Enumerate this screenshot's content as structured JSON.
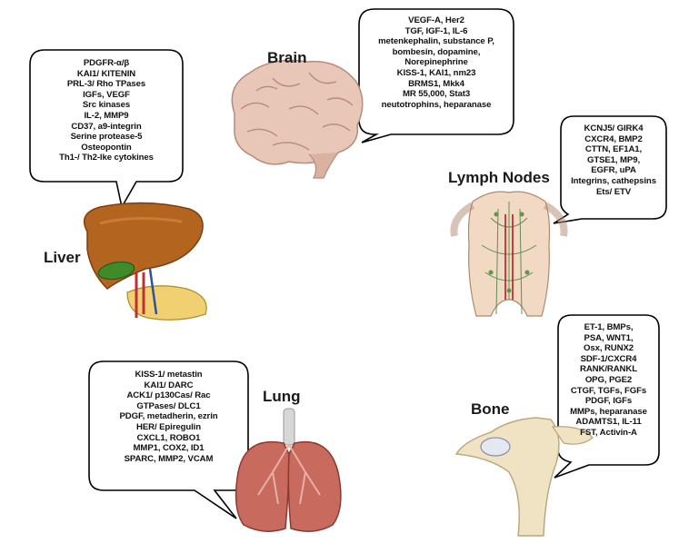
{
  "organs": {
    "brain": {
      "label": "Brain",
      "factors": [
        "VEGF-A, Her2",
        "TGF, IGF-1, IL-6",
        "metenkephalin, substance P,",
        "bombesin, dopamine,",
        "Norepinephrine",
        "KISS-1, KAI1, nm23",
        "BRMS1, Mkk4",
        "MR 55,000, Stat3",
        "neutotrophins, heparanase"
      ]
    },
    "liver": {
      "label": "Liver",
      "factors": [
        "PDGFR-α/β",
        "KAI1/ KITENIN",
        "PRL-3/ Rho TPases",
        "IGFs, VEGF",
        "Src kinases",
        "IL-2, MMP9",
        "CD37, a9-integrin",
        "Serine protease-5",
        "Osteopontin",
        "Th1-/ Th2-lke cytokines"
      ]
    },
    "lymph_nodes": {
      "label": "Lymph Nodes",
      "factors": [
        "KCNJ5/ GIRK4",
        "CXCR4, BMP2",
        "CTTN, EF1A1,",
        "GTSE1, MP9,",
        "EGFR, uPA",
        "Integrins, cathepsins",
        "Ets/ ETV"
      ]
    },
    "lung": {
      "label": "Lung",
      "factors": [
        "KISS-1/ metastin",
        "KAI1/ DARC",
        "ACK1/ p130Cas/ Rac",
        "GTPases/ DLC1",
        "PDGF, metadherin, ezrin",
        "HER/ Epiregulin",
        "CXCL1, ROBO1",
        "MMP1, COX2, ID1",
        "SPARC, MMP2, VCAM"
      ]
    },
    "bone": {
      "label": "Bone",
      "factors": [
        "ET-1, BMPs,",
        "PSA, WNT1,",
        "Osx, RUNX2",
        "SDF-1/CXCR4",
        "RANK/RANKL",
        "OPG, PGE2",
        "CTGF, TGFs, FGFs",
        "PDGF, IGFs",
        "MMPs, heparanase",
        "ADAMTS1, IL-11",
        "FST, Activin-A"
      ]
    }
  },
  "icons": {
    "brain": "brain-illustration",
    "liver": "liver-illustration",
    "lymph_nodes": "lymphatic-torso-illustration",
    "lung": "lungs-illustration",
    "bone": "shoulder-bone-illustration"
  },
  "colors": {
    "brain": "#e8c7b8",
    "liver": "#b3651f",
    "gallbladder": "#3f8a2a",
    "lung": "#c96a5e",
    "bone": "#efe3c4",
    "bubble_stroke": "#000000"
  }
}
